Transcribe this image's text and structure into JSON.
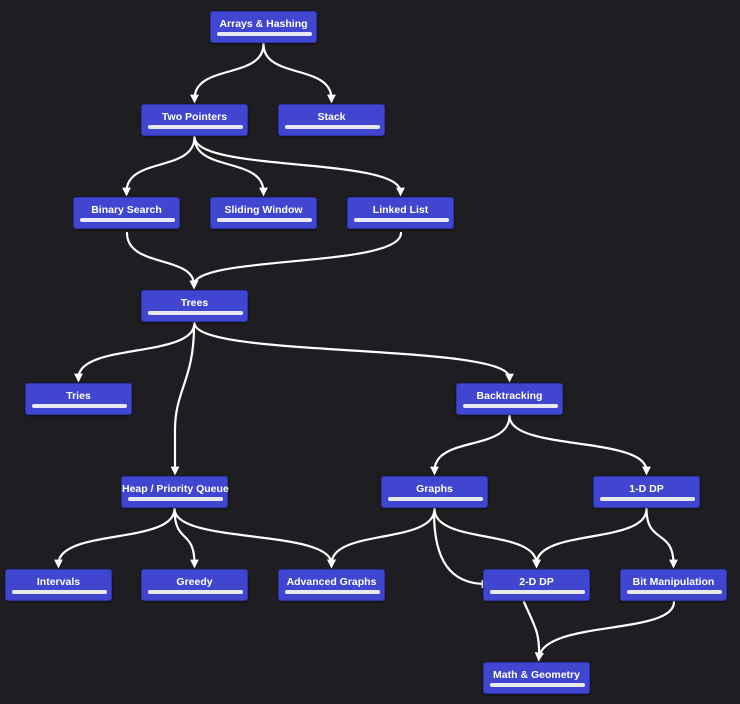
{
  "diagram": {
    "nodes": [
      {
        "id": "arrays",
        "label": "Arrays & Hashing",
        "progress": 1
      },
      {
        "id": "two-pointers",
        "label": "Two Pointers",
        "progress": 1
      },
      {
        "id": "stack",
        "label": "Stack",
        "progress": 1
      },
      {
        "id": "binary-search",
        "label": "Binary Search",
        "progress": 1
      },
      {
        "id": "sliding-window",
        "label": "Sliding Window",
        "progress": 1
      },
      {
        "id": "linked-list",
        "label": "Linked List",
        "progress": 1
      },
      {
        "id": "trees",
        "label": "Trees",
        "progress": 1
      },
      {
        "id": "tries",
        "label": "Tries",
        "progress": 1
      },
      {
        "id": "backtracking",
        "label": "Backtracking",
        "progress": 1
      },
      {
        "id": "heap",
        "label": "Heap / Priority Queue",
        "progress": 1
      },
      {
        "id": "graphs",
        "label": "Graphs",
        "progress": 1
      },
      {
        "id": "dp1",
        "label": "1-D DP",
        "progress": 1
      },
      {
        "id": "intervals",
        "label": "Intervals",
        "progress": 1
      },
      {
        "id": "greedy",
        "label": "Greedy",
        "progress": 1
      },
      {
        "id": "adv-graphs",
        "label": "Advanced Graphs",
        "progress": 1
      },
      {
        "id": "dp2",
        "label": "2-D DP",
        "progress": 1
      },
      {
        "id": "bit",
        "label": "Bit Manipulation",
        "progress": 1
      },
      {
        "id": "math",
        "label": "Math & Geometry",
        "progress": 1
      }
    ],
    "edges": [
      {
        "from": "arrays",
        "to": "two-pointers"
      },
      {
        "from": "arrays",
        "to": "stack"
      },
      {
        "from": "two-pointers",
        "to": "binary-search"
      },
      {
        "from": "two-pointers",
        "to": "sliding-window"
      },
      {
        "from": "two-pointers",
        "to": "linked-list"
      },
      {
        "from": "binary-search",
        "to": "trees"
      },
      {
        "from": "linked-list",
        "to": "trees"
      },
      {
        "from": "trees",
        "to": "tries"
      },
      {
        "from": "trees",
        "to": "heap"
      },
      {
        "from": "trees",
        "to": "backtracking"
      },
      {
        "from": "backtracking",
        "to": "graphs"
      },
      {
        "from": "backtracking",
        "to": "dp1"
      },
      {
        "from": "heap",
        "to": "intervals"
      },
      {
        "from": "heap",
        "to": "greedy"
      },
      {
        "from": "heap",
        "to": "adv-graphs"
      },
      {
        "from": "graphs",
        "to": "adv-graphs"
      },
      {
        "from": "graphs",
        "to": "dp2"
      },
      {
        "from": "graphs",
        "to": "math"
      },
      {
        "from": "dp1",
        "to": "dp2"
      },
      {
        "from": "dp1",
        "to": "bit"
      },
      {
        "from": "dp2",
        "to": "math"
      },
      {
        "from": "bit",
        "to": "math"
      }
    ]
  },
  "colors": {
    "background": "#1e1e22",
    "node_fill": "#4046cf",
    "node_border": "#2d33a8",
    "node_text": "#ffffff",
    "progress_bar": "#e9e9f4",
    "edge": "#ffffff"
  }
}
